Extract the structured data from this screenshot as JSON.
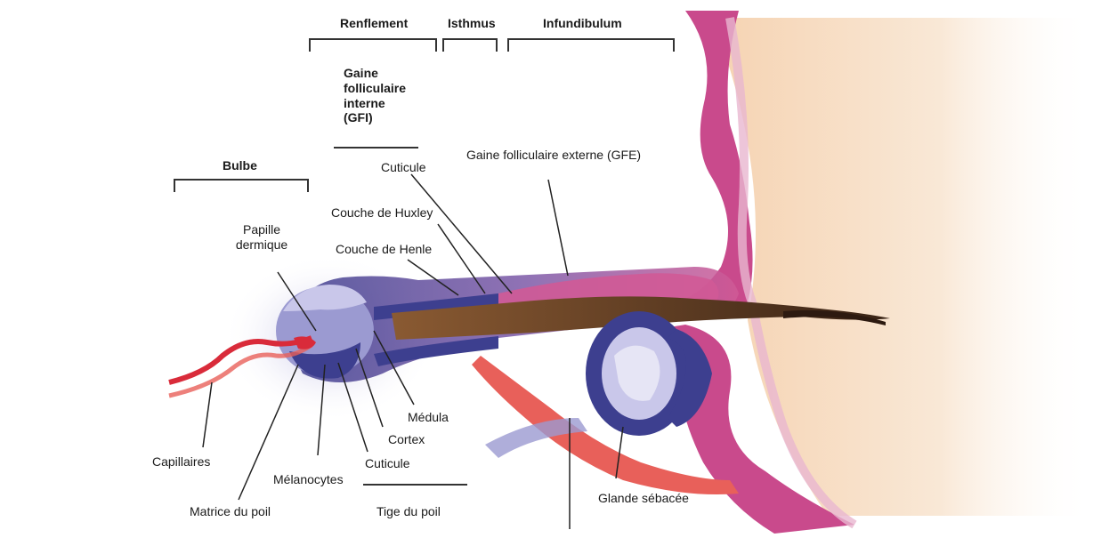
{
  "regions": {
    "renflement": "Renflement",
    "isthmus": "Isthmus",
    "infundibulum": "Infundibulum",
    "bulbe": "Bulbe",
    "gfi_line1": "Gaine",
    "gfi_line2": "folliculaire",
    "gfi_line3": "interne",
    "gfi_line4": "(GFI)",
    "tige": "Tige du poil"
  },
  "labels": {
    "cuticule_top": "Cuticule",
    "gfe": "Gaine folliculaire externe (GFE)",
    "huxley": "Couche de Huxley",
    "henle": "Couche de Henle",
    "papille_line1": "Papille",
    "papille_line2": "dermique",
    "medula": "Médula",
    "cortex": "Cortex",
    "cuticule_bottom": "Cuticule",
    "capillaires": "Capillaires",
    "melanocytes": "Mélanocytes",
    "matrice": "Matrice du poil",
    "glande": "Glande sébacée"
  },
  "colors": {
    "skin_pink": "#c94a8c",
    "skin_light": "#e9b7cf",
    "dermis_cream": "#f5dfc4",
    "follicle_blue": "#3d3f8f",
    "follicle_lavender": "#b9b6e0",
    "hair_brown": "#6b4323",
    "capillary_red": "#d92b3a",
    "vessel_salmon": "#e8605a"
  }
}
